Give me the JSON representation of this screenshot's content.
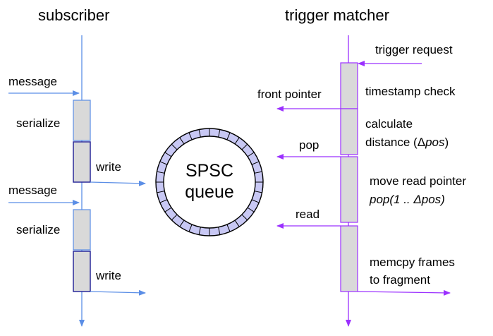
{
  "diagram": {
    "subscriber": {
      "title": "subscriber",
      "inputs": [
        "message",
        "message"
      ],
      "steps": [
        "serialize",
        "write",
        "serialize",
        "write"
      ]
    },
    "queue": {
      "line1": "SPSC",
      "line2": "queue"
    },
    "trigger_matcher": {
      "title": "trigger matcher",
      "input": "trigger request",
      "steps": {
        "timestamp_check": "timestamp check",
        "calc_line1": "calculate",
        "calc_line2_prefix": "distance (Δ",
        "calc_line2_italic": "pos",
        "calc_line2_suffix": ")",
        "move_line1": "move read pointer",
        "move_line2": "pop(1 .. Δpos)",
        "memcpy_line1": "memcpy frames",
        "memcpy_line2": "to fragment"
      },
      "outputs": {
        "front_pointer": "front pointer",
        "pop": "pop",
        "read": "read"
      }
    },
    "colors": {
      "subscriber_line": "#5b8ee6",
      "subscriber_box_border": "#2a2a9a",
      "box_fill": "#d9d9d9",
      "trigger_line": "#9b30ff",
      "trigger_box_border": "#9b30ff",
      "queue_ring_fill": "#c8c8f4",
      "queue_ring_stroke": "#000000"
    }
  }
}
